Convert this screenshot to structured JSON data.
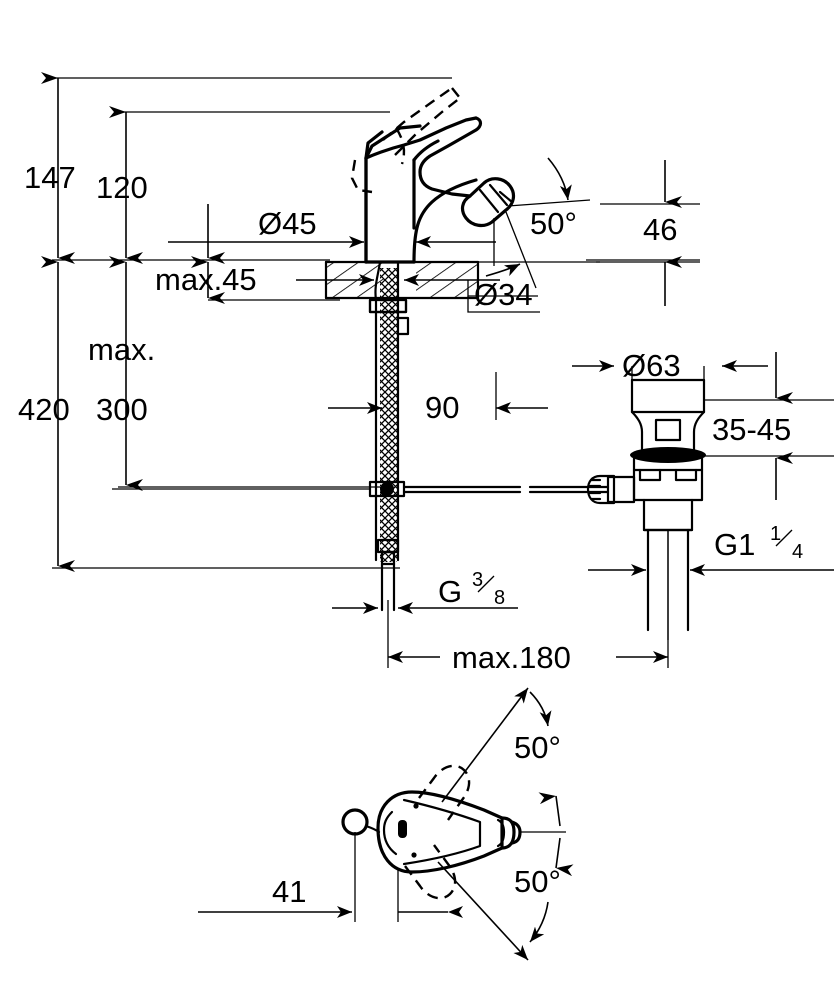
{
  "document": {
    "type": "technical-dimension-drawing",
    "subject": "Single-lever bidet mixer with pop-up waste",
    "units": "mm",
    "background_color": "#ffffff",
    "line_color": "#000000"
  },
  "dimensions": {
    "overall_height_from_floor": "420",
    "spout_height_max": "147",
    "spout_height": "120",
    "max_label": "max.",
    "max_deck_thickness": "max.45",
    "max_supply_drop": "300",
    "base_diameter": "Ø45",
    "mounting_hole_diameter": "Ø34",
    "projection_from_center": "90",
    "spout_outlet_height": "46",
    "lever_angle_up": "50°",
    "waste_flange_diameter": "Ø63",
    "basin_thickness_range": "35-45",
    "waste_thread": "G1",
    "waste_thread_num": "1",
    "waste_thread_den": "4",
    "supply_thread": "G",
    "supply_thread_num": "3",
    "supply_thread_den": "8",
    "max_distance_to_waste": "max.180",
    "handle_offset": "41",
    "plan_swivel_left": "50°",
    "plan_swivel_right": "50°"
  },
  "labels": {
    "d147": "147",
    "d120": "120",
    "d420": "420",
    "d300": "300",
    "max_word": "max.",
    "max45": "max.45",
    "d45dia": "Ø45",
    "d34dia": "Ø34",
    "d90": "90",
    "d46": "46",
    "ang50_top": "50°",
    "d63dia": "Ø63",
    "d3545": "35-45",
    "g1": "G1",
    "g1_num": "1",
    "g1_den": "4",
    "g38": "G",
    "g38_num": "3",
    "g38_den": "8",
    "max180": "max.180",
    "d41": "41",
    "ang50_plan_upper": "50°",
    "ang50_plan_lower": "50°"
  },
  "views": [
    {
      "name": "front-elevation",
      "description": "Bidet mixer mounted on deck with flexible supply hoses"
    },
    {
      "name": "waste-detail",
      "description": "Pop-up waste assembly with flange and tailpiece"
    },
    {
      "name": "plan-view",
      "description": "Top view of mixer body showing 50 degree swivel both directions"
    }
  ]
}
